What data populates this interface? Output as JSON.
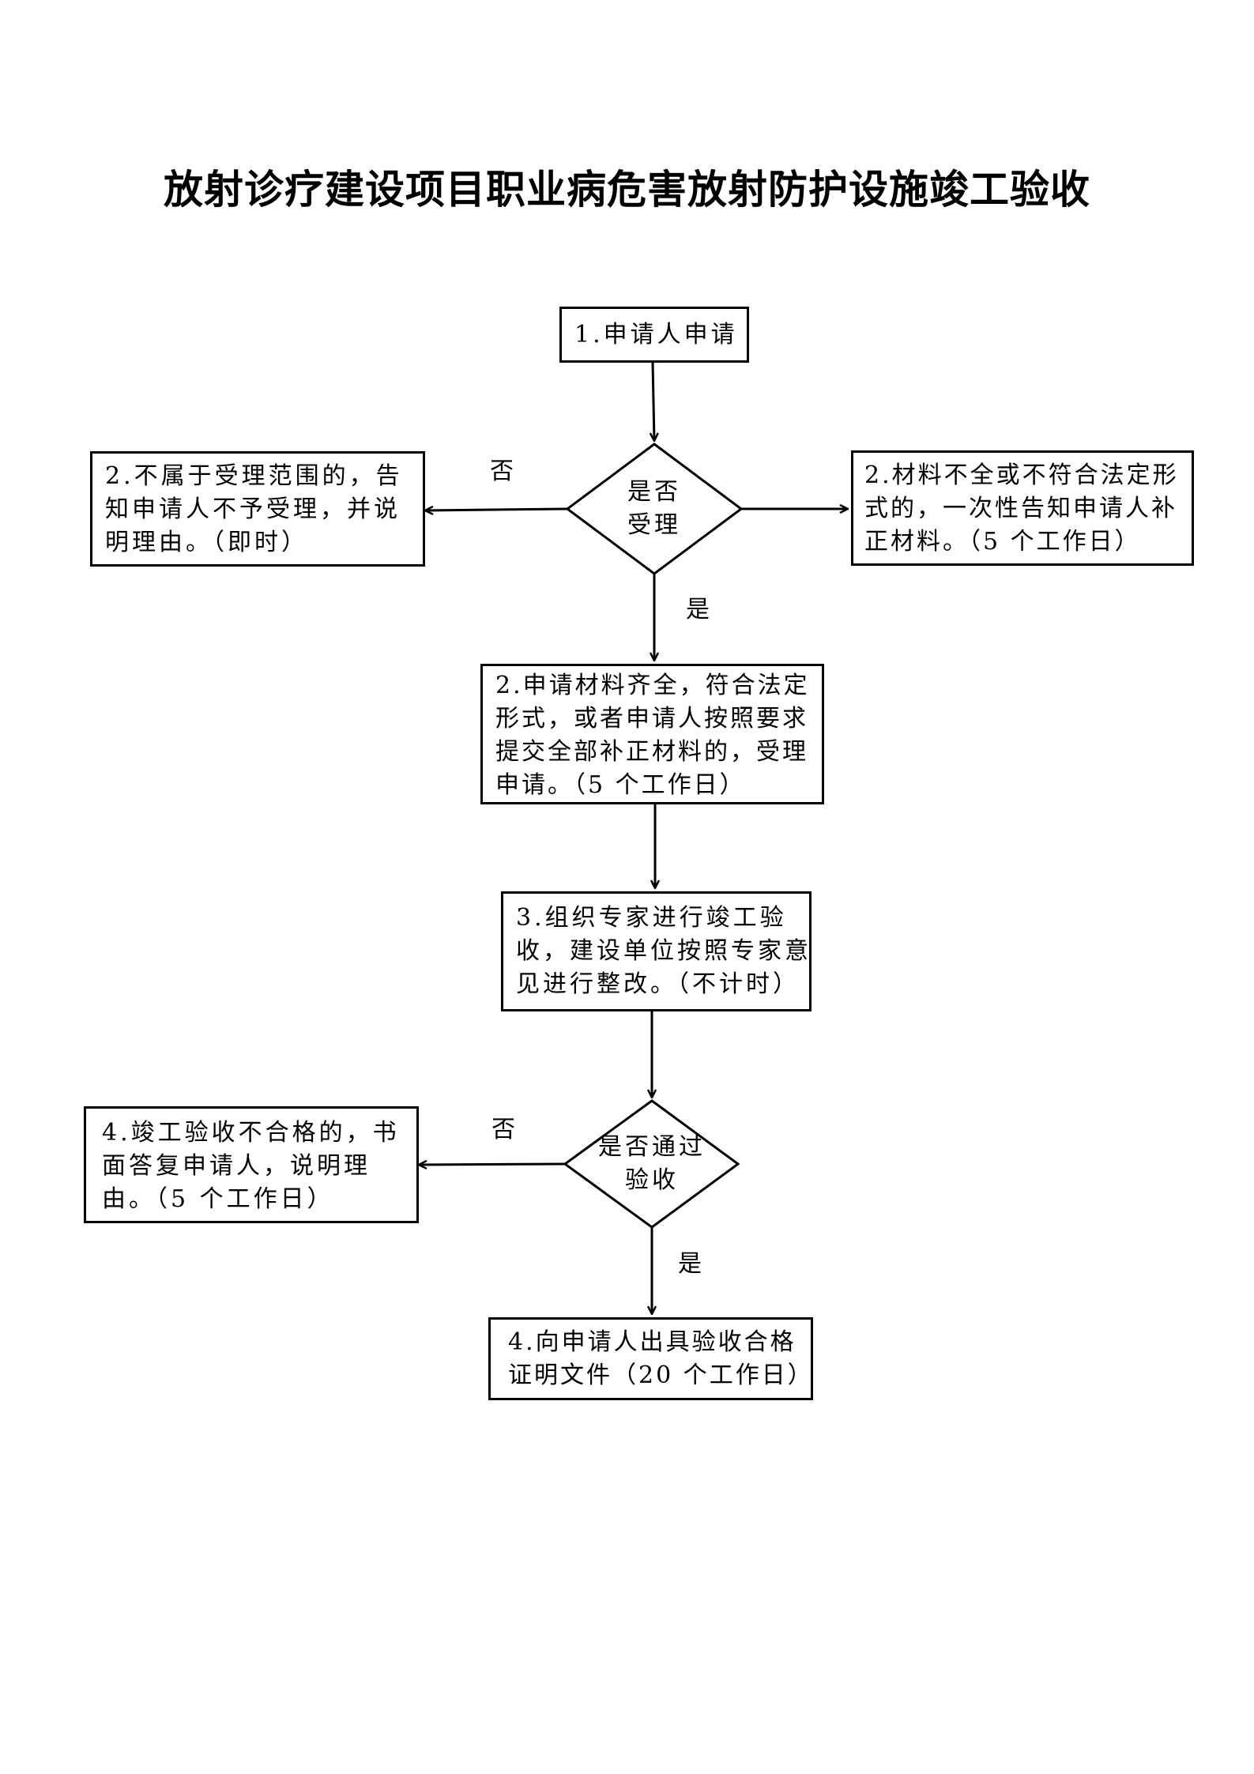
{
  "title": "放射诊疗建设项目职业病危害放射防护设施竣工验收",
  "nodes": {
    "apply": [
      "1.申请人申请"
    ],
    "decision_accept": [
      "是否",
      "受理"
    ],
    "reject_scope": [
      "2.不属于受理范围的，告",
      "知申请人不予受理，并说",
      "明理由。（即时）"
    ],
    "supplement": [
      "2.材料不全或不符合法定形",
      "式的，一次性告知申请人补",
      "正材料。（5 个工作日）"
    ],
    "accept": [
      "2.申请材料齐全，符合法定",
      "形式，或者申请人按照要求",
      "提交全部补正材料的，受理",
      "申请。（5 个工作日）"
    ],
    "inspection": [
      "3.组织专家进行竣工验",
      "收，建设单位按照专家意",
      "见进行整改。（不计时）"
    ],
    "decision_pass": [
      "是否通过",
      "验收"
    ],
    "fail": [
      "4.竣工验收不合格的，书",
      "面答复申请人，说明理",
      "由。（5 个工作日）"
    ],
    "certificate": [
      "4.向申请人出具验收合格",
      "证明文件（20 个工作日）"
    ]
  },
  "edge_labels": {
    "accept_no": "否",
    "accept_yes": "是",
    "pass_no": "否",
    "pass_yes": "是"
  }
}
